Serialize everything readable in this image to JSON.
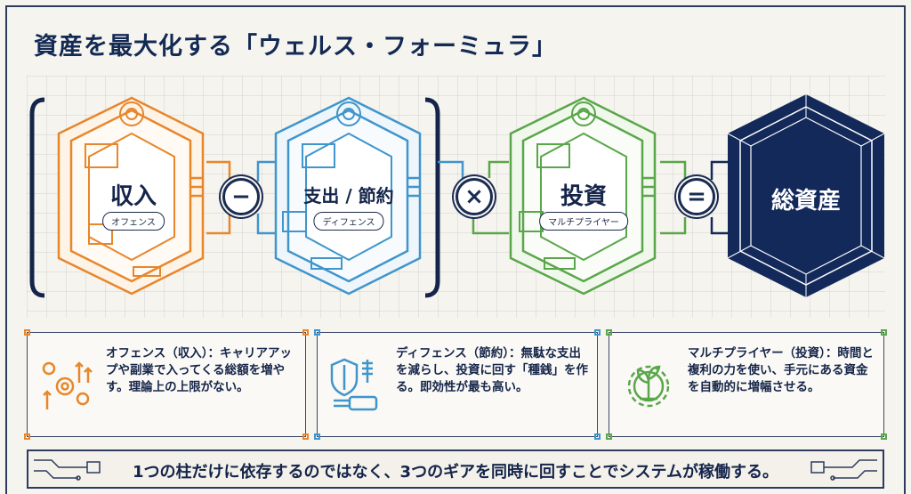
{
  "title": "資産を最大化する「ウェルス・フォーミュラ」",
  "hexes": [
    {
      "label": "収入",
      "sublabel": "オフェンス",
      "color": "#e8862b"
    },
    {
      "label": "支出 / 節約",
      "sublabel": "ディフェンス",
      "color": "#3f95cc"
    },
    {
      "label": "投資",
      "sublabel": "マルチプライヤー",
      "color": "#5aa64a"
    },
    {
      "label": "総資産",
      "color": "#13295a"
    }
  ],
  "operators": {
    "minus": "−",
    "times": "×",
    "equals": "="
  },
  "cards": [
    {
      "icon": "gears-arrows-icon",
      "color": "#e8862b",
      "text": "オフェンス（収入）：キャリアアップや副業で入ってくる総額を増やす。理論上の上限がない。"
    },
    {
      "icon": "shield-valve-icon",
      "color": "#3f95cc",
      "text": "ディフェンス（節約）：無駄な支出を減らし、投資に回す「種銭」を作る。即効性が最も高い。"
    },
    {
      "icon": "sprout-gear-icon",
      "color": "#5aa64a",
      "text": "マルチプライヤー（投資）：時間と複利の力を使い、手元にある資金を自動的に増幅させる。"
    }
  ],
  "banner": "1つの柱だけに依存するのではなく、3つのギアを同時に回すことでシステムが稼働する。"
}
